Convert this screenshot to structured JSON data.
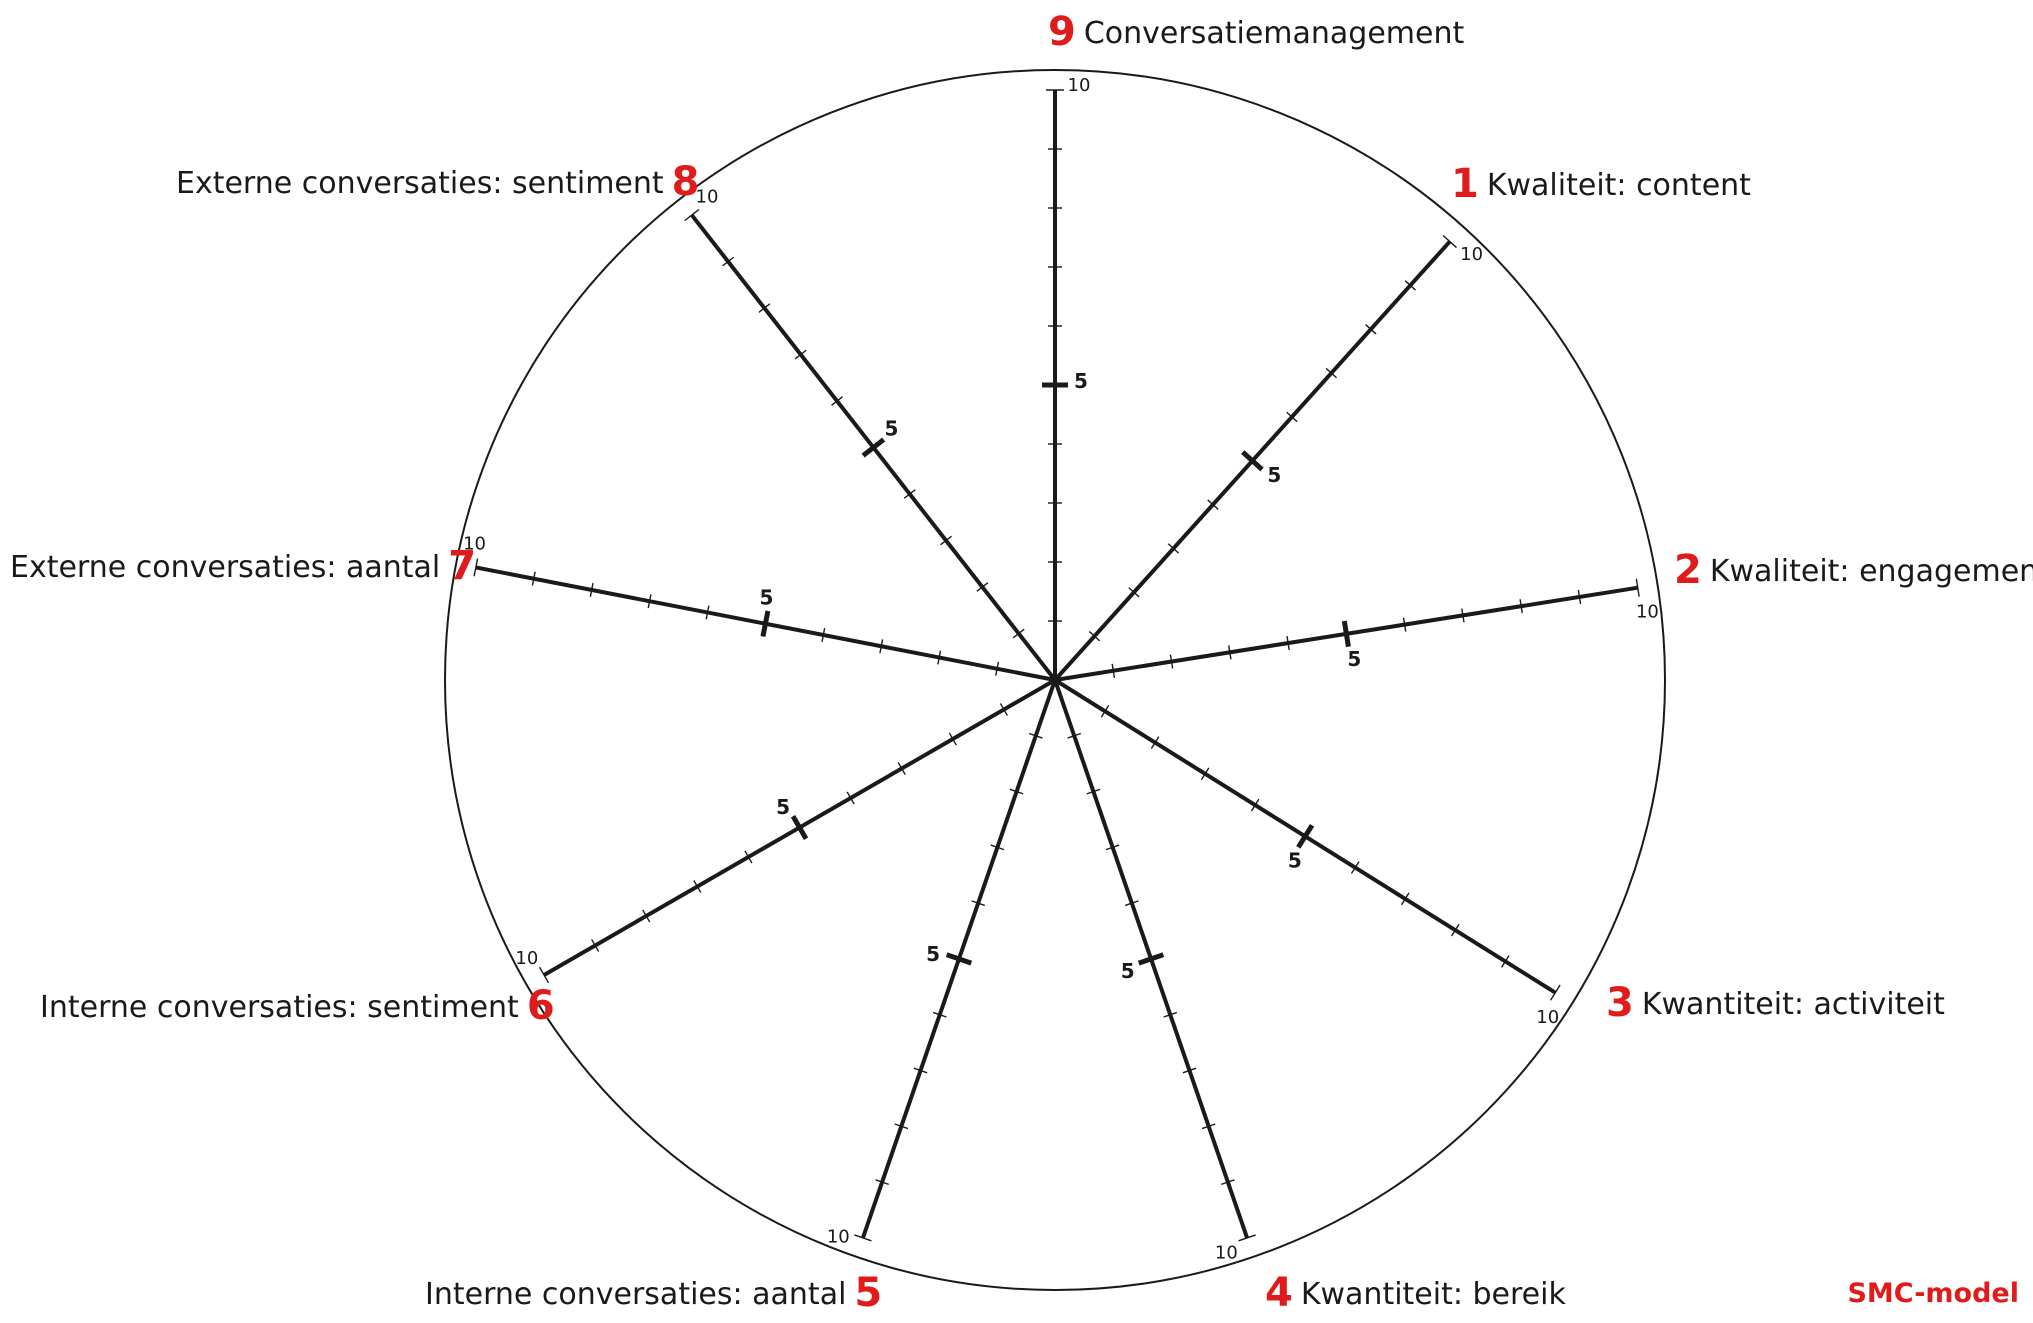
{
  "diagram": {
    "title": "SMC-model",
    "scale": {
      "min": 0,
      "max": 10,
      "mid": 5,
      "max_label": "10",
      "mid_label": "5"
    },
    "axes": [
      {
        "number": "1",
        "label": "Kwaliteit: content",
        "angle_deg": 42
      },
      {
        "number": "2",
        "label": "Kwaliteit: engagement",
        "angle_deg": 81
      },
      {
        "number": "3",
        "label": "Kwantiteit: activiteit",
        "angle_deg": 122
      },
      {
        "number": "4",
        "label": "Kwantiteit: bereik",
        "angle_deg": 161
      },
      {
        "number": "5",
        "label": "Interne conversaties: aantal",
        "angle_deg": 199
      },
      {
        "number": "6",
        "label": "Interne conversaties: sentiment",
        "angle_deg": 240
      },
      {
        "number": "7",
        "label": "Externe conversaties: aantal",
        "angle_deg": 281
      },
      {
        "number": "8",
        "label": "Externe conversaties: sentiment",
        "angle_deg": 322
      },
      {
        "number": "9",
        "label": "Conversatiemanagement",
        "angle_deg": 0
      }
    ],
    "colors": {
      "accent": "#e01b1b",
      "line": "#1a1a1a"
    }
  }
}
